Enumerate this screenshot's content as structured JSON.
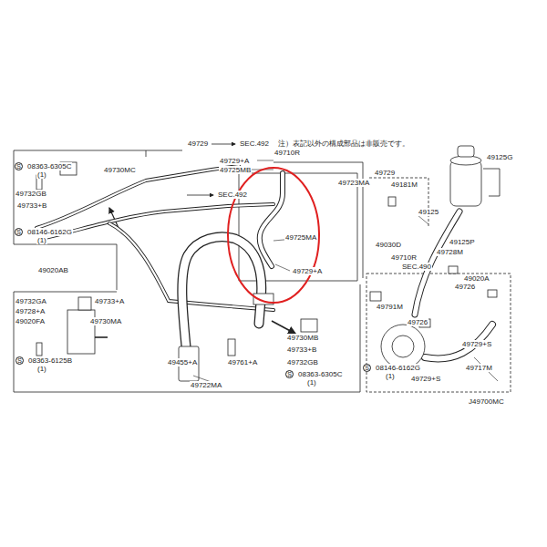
{
  "diagram": {
    "nodes": [
      {
        "text": [
          "S"
        ]
      },
      {
        "text": [
          "S"
        ]
      },
      {
        "text": [
          "S"
        ]
      },
      {
        "text": [
          "S"
        ]
      },
      {
        "text": [
          "S"
        ]
      }
    ],
    "labels": [
      "49729",
      "SEC.492",
      "注）表記以外の構成部品は非販売です。",
      "49710R",
      "49729+A",
      "49730MC",
      "08363-6305C",
      "(1)",
      "49725MB",
      "49732GB",
      "SEC.492",
      "49723MA",
      "49733+B",
      "08146-6162G",
      "(1)",
      "49725MA",
      "49729+A",
      "49729",
      "49181M",
      "49125G",
      "49125",
      "49030D",
      "49125P",
      "49728M",
      "49710R",
      "SEC.490",
      "49020AB",
      "49020A",
      "49726",
      "49791M",
      "49726",
      "49729+S",
      "08146-6162G",
      "(1)",
      "49717M",
      "49729+S",
      "J49700MC",
      "49732GA",
      "49733+A",
      "49728+A",
      "49020FA",
      "49730MA",
      "08363-6125B",
      "(1)",
      "49455+A",
      "49761+A",
      "49730MB",
      "49733+B",
      "49732GB",
      "08363-6305C",
      "(1)",
      "49722MA"
    ]
  }
}
